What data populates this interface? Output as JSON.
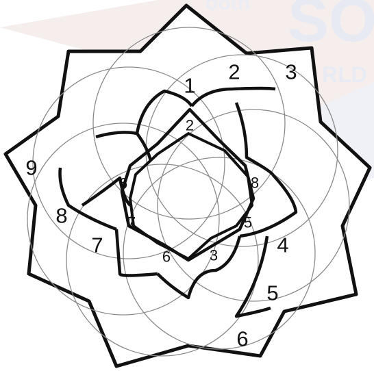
{
  "watermark": {
    "text_top": "ooth",
    "text_big": "SO",
    "text_mid": "RLD"
  },
  "colors": {
    "line": "#111111",
    "thin": "#8a8a8a",
    "fill": "#ffffff",
    "watermark": "#e8ecf4",
    "flag_red": "#f3e4e4"
  },
  "puzzle": {
    "type": "nine-fold star / circles numbering puzzle",
    "outer_clues": [
      "1",
      "2",
      "3",
      "4",
      "5",
      "6",
      "7",
      "8",
      "9"
    ],
    "inner_clues": [
      "2",
      "8",
      "5",
      "3",
      "6",
      "7",
      "6"
    ]
  }
}
